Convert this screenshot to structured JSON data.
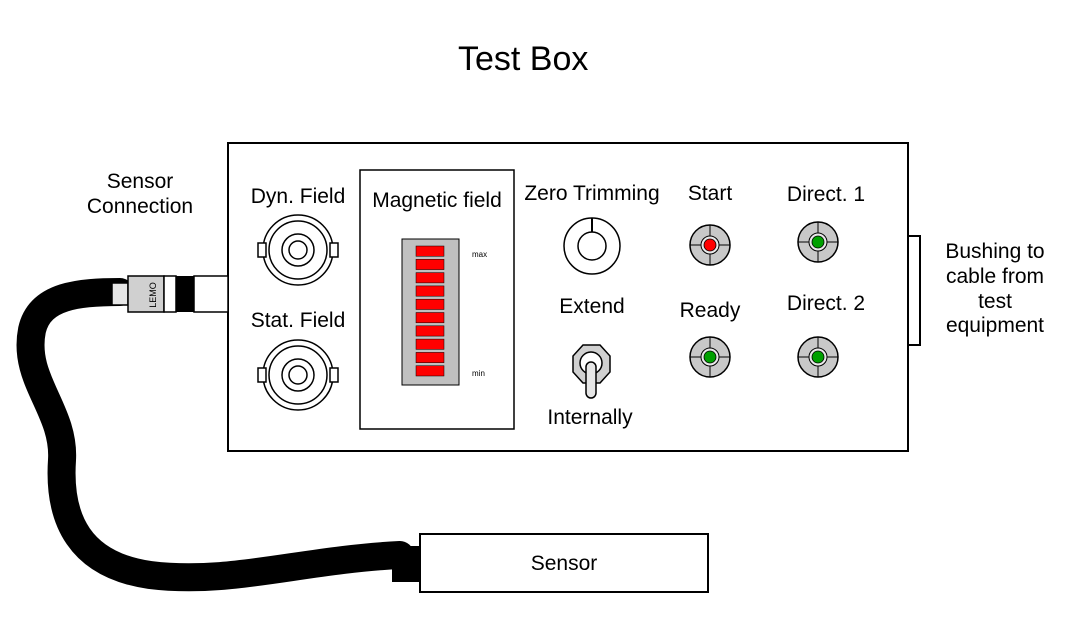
{
  "title": "Test Box",
  "labels": {
    "sensor_connection": [
      "Sensor",
      "Connection"
    ],
    "dyn_field": "Dyn. Field",
    "stat_field": "Stat. Field",
    "magnetic_field": "Magnetic field",
    "meter_max": "max",
    "meter_min": "min",
    "zero_trimming": "Zero Trimming",
    "extend": "Extend",
    "internally": "Internally",
    "start": "Start",
    "ready": "Ready",
    "direct_1": "Direct. 1",
    "direct_2": "Direct. 2",
    "bushing": [
      "Bushing to",
      "cable from",
      "test",
      "equipment"
    ],
    "lemo": "LEMO",
    "sensor": "Sensor"
  },
  "meter": {
    "segments": 10,
    "lit": 10,
    "segment_color": "#ff0000"
  },
  "indicators": [
    {
      "id": "start",
      "color": "#ff0000"
    },
    {
      "id": "direct-1",
      "color": "#00a000"
    },
    {
      "id": "ready",
      "color": "#00a000"
    },
    {
      "id": "direct-2",
      "color": "#00a000"
    }
  ],
  "icons": [
    "bnc-connector-icon",
    "knob-icon",
    "toggle-switch-icon",
    "led-indicator-icon"
  ]
}
